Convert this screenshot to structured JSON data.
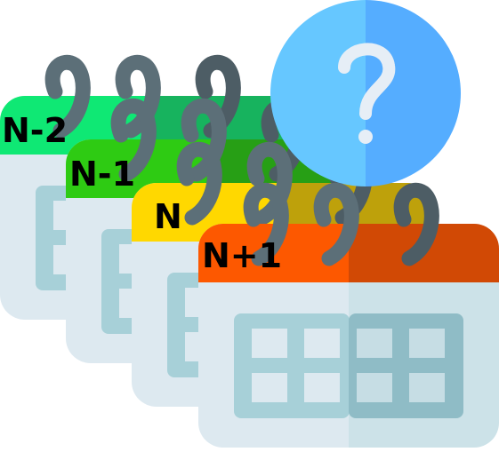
{
  "calendars": [
    {
      "label": "N-2",
      "header_color": "#0fe874",
      "header_shade": "#17b35e"
    },
    {
      "label": "N-1",
      "header_color": "#2ecb13",
      "header_shade": "#279f15"
    },
    {
      "label": "N",
      "header_color": "#ffd800",
      "header_shade": "#bea10b"
    },
    {
      "label": "N+1",
      "header_color": "#fd5800",
      "header_shade": "#d14905"
    }
  ],
  "colors": {
    "body_light": "#dde9f0",
    "body_shade": "#cce2e8",
    "grid_frame": "#a7d0d8",
    "grid_frame_shade": "#8fbcc6",
    "grid_cell": "#dde9f0",
    "grid_cell_shade": "#c6dde4",
    "ring": "#5c6f78",
    "ring_shade": "#4d5d65",
    "bubble_light": "#66c7ff",
    "bubble_shade": "#55adff",
    "question_mark": "#e6eef6"
  },
  "icons": {
    "calendar": "calendar-icon",
    "help": "question-mark-icon"
  }
}
